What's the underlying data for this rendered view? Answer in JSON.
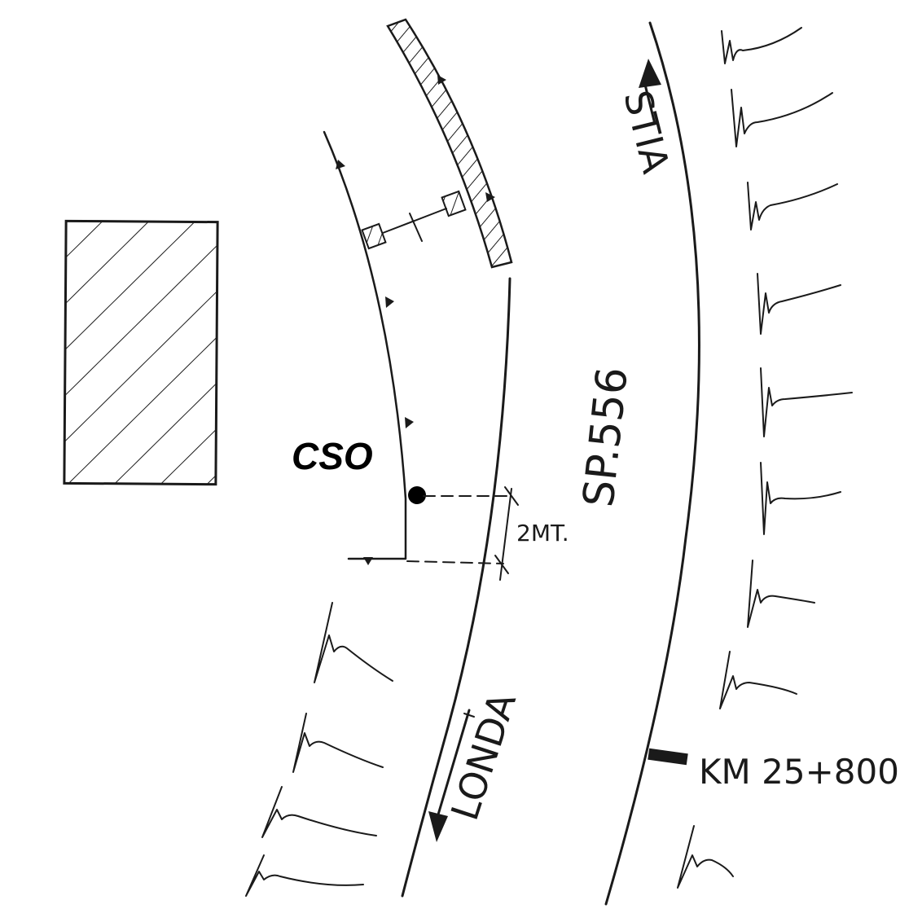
{
  "labels": {
    "site": "CSO",
    "road": "SP.556",
    "direction_north": "STIA",
    "direction_south": "LONDA",
    "distance": "2MT.",
    "kilometre": "KM 25+800"
  },
  "colors": {
    "ink": "#1a1a1a",
    "paper": "#ffffff"
  }
}
